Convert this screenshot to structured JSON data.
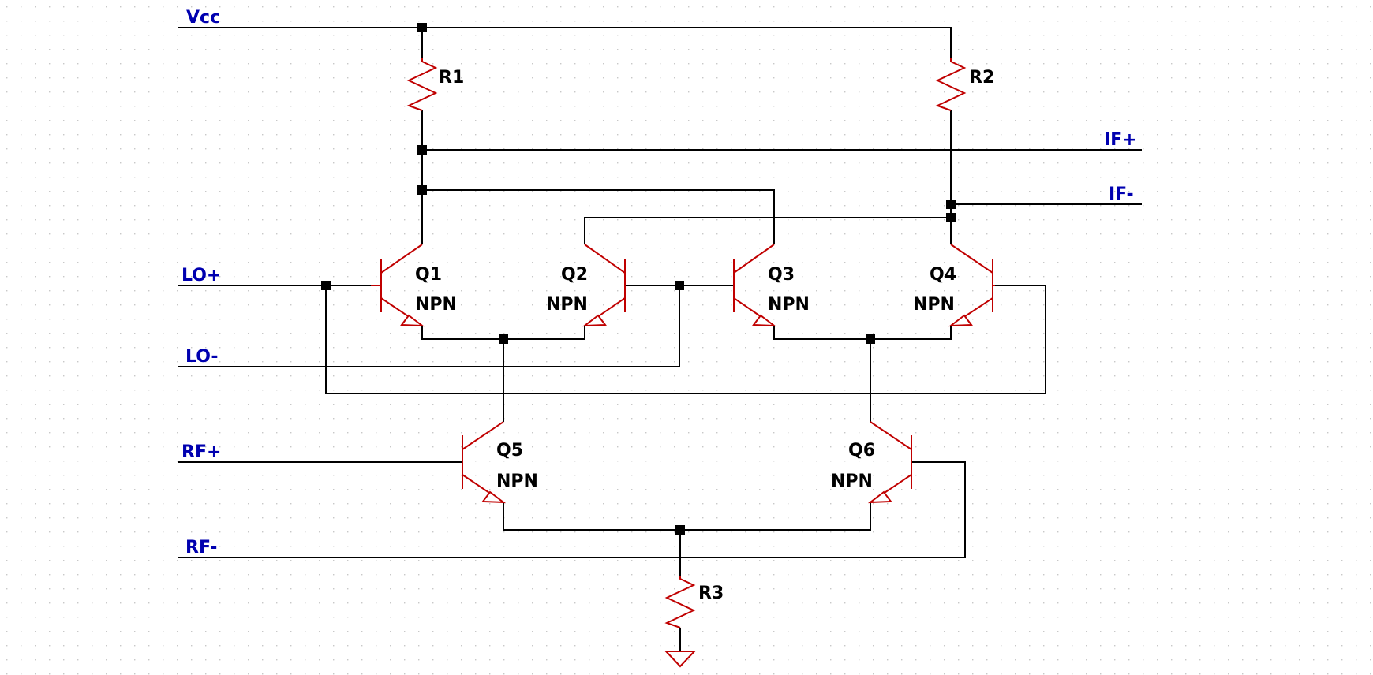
{
  "colors": {
    "wire": "#000000",
    "component": "#c00000",
    "net_label": "#0000b0",
    "grid": "#c8c8c8",
    "background": "#ffffff"
  },
  "nets": {
    "vcc": "Vcc",
    "lo_plus": "LO+",
    "lo_minus": "LO-",
    "rf_plus": "RF+",
    "rf_minus": "RF-",
    "if_plus": "IF+",
    "if_minus": "IF-"
  },
  "resistors": {
    "r1": "R1",
    "r2": "R2",
    "r3": "R3"
  },
  "transistors": {
    "q1": {
      "name": "Q1",
      "type": "NPN"
    },
    "q2": {
      "name": "Q2",
      "type": "NPN"
    },
    "q3": {
      "name": "Q3",
      "type": "NPN"
    },
    "q4": {
      "name": "Q4",
      "type": "NPN"
    },
    "q5": {
      "name": "Q5",
      "type": "NPN"
    },
    "q6": {
      "name": "Q6",
      "type": "NPN"
    }
  },
  "icons": {
    "ground": "ground-icon"
  }
}
